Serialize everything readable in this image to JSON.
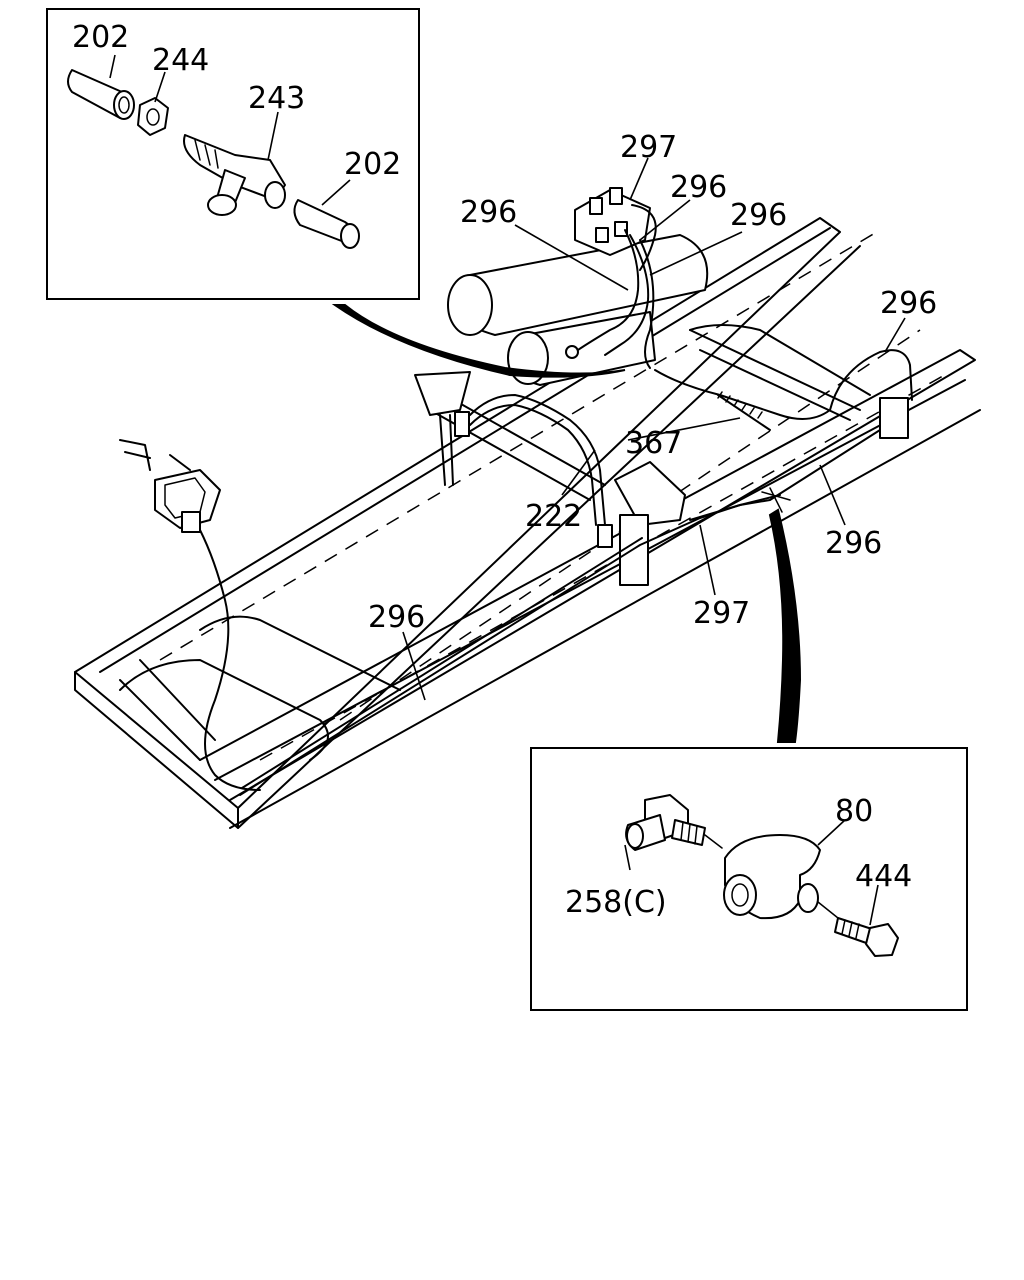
{
  "diagram": {
    "line_color": "#000000",
    "background_color": "#ffffff",
    "labels": {
      "inset_top_202a": "202",
      "inset_top_244": "244",
      "inset_top_243": "243",
      "inset_top_202b": "202",
      "main_297_top": "297",
      "main_296_a": "296",
      "main_296_b": "296",
      "main_296_c": "296",
      "main_296_right": "296",
      "main_367": "367",
      "main_222": "222",
      "main_296_lower_right": "296",
      "main_297_lower": "297",
      "main_296_center": "296",
      "inset_bottom_80": "80",
      "inset_bottom_444": "444",
      "inset_bottom_258": "258(C)"
    }
  }
}
